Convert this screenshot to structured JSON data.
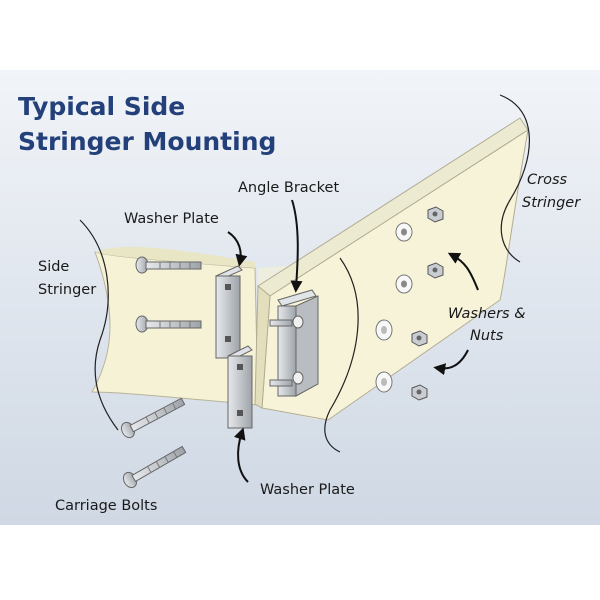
{
  "title": {
    "line1": "Typical Side",
    "line2": "Stringer Mounting"
  },
  "labels": {
    "angle_bracket": "Angle Bracket",
    "washer_plate_top": "Washer Plate",
    "washer_plate_bottom": "Washer Plate",
    "side_stringer_1": "Side",
    "side_stringer_2": "Stringer",
    "cross_stringer_1": "Cross",
    "cross_stringer_2": "Stringer",
    "washers_nuts_1": "Washers &",
    "washers_nuts_2": "Nuts",
    "carriage_bolts": "Carriage Bolts"
  },
  "colors": {
    "title": "#23407a",
    "label": "#1a1a1a",
    "panel_top": "#eef1f6",
    "panel_bottom": "#d3dbe6",
    "lumber": "#f4f1d0",
    "lumber_top": "#ecead0",
    "metal": "#c9ccd1",
    "metal_dark": "#8a8e94",
    "outline": "#555555"
  }
}
